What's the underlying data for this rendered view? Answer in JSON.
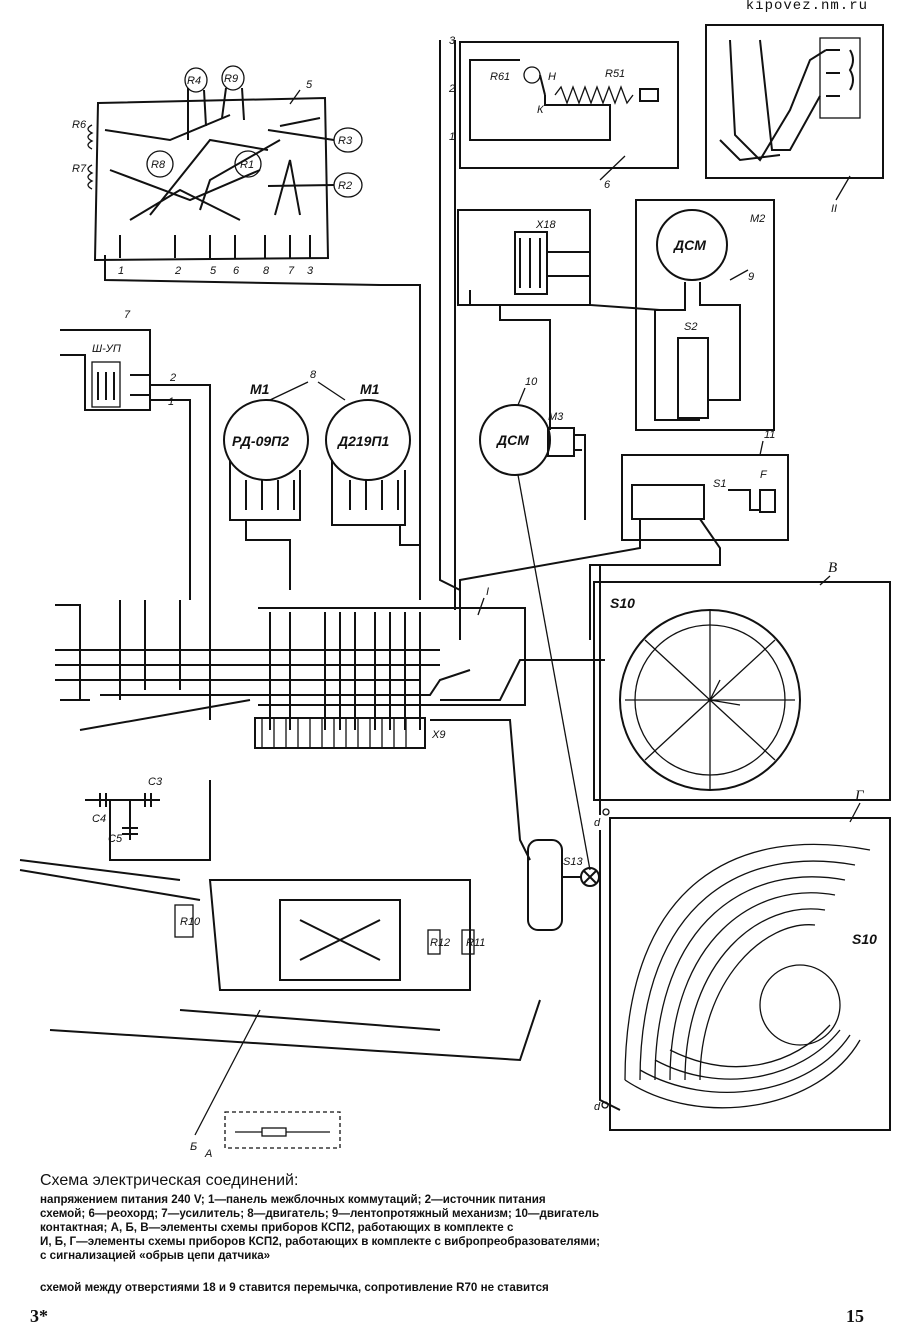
{
  "site": "kipovez.nm.ru",
  "blocks": {
    "b5": "5",
    "b6": "6",
    "b7": "7",
    "b8": "8",
    "b9": "9",
    "b10": "10",
    "b11": "11",
    "bI": "I",
    "bII": "II",
    "bV": "В",
    "bG": "Г",
    "bB": "Б",
    "bA": "А"
  },
  "resistors": [
    "R4",
    "R9",
    "R8",
    "R1",
    "R3",
    "R2",
    "R6",
    "R7",
    "R61",
    "R51",
    "R10",
    "R12",
    "R11"
  ],
  "contacts": {
    "h": "Н",
    "k": "К"
  },
  "connectors": {
    "x18": "X18",
    "x9": "X9",
    "shup": "Ш-УП",
    "s2": "S2",
    "s1": "S1",
    "s13": "S13",
    "f": "F",
    "s10a": "S10",
    "s10b": "S10"
  },
  "motors": {
    "m1a": "M1",
    "m1b": "M1",
    "m2": "M2",
    "m3": "M3",
    "rd": "РД-09П2",
    "d219": "Д219П1",
    "dsm_m2": "ДСМ",
    "dsm_m3": "ДСМ"
  },
  "capacitors": {
    "c3": "C3",
    "c4": "C4",
    "c5": "C5"
  },
  "node_d": "d",
  "caption": {
    "title": "Схема электрическая соединений:",
    "body": "напряжением питания 240 V; 1—панель межблочных коммутаций; 2—источник питания\nсхемой; 6—реохорд; 7—усилитель; 8—двигатель; 9—лентопротяжный механизм; 10—двигатель\nконтактная; А, Б, В—элементы схемы приборов КСП2, работающих в комплекте с\nИ, Б, Г—элементы схемы приборов КСП2, работающих в комплекте с вибропреобразователями;\nс сигнализацией «обрыв цепи датчика»",
    "note": "схемой между отверстиями 18 и 9 ставится перемычка, сопротивление R70 не ставится"
  },
  "page_left": "3*",
  "page_right": "15"
}
